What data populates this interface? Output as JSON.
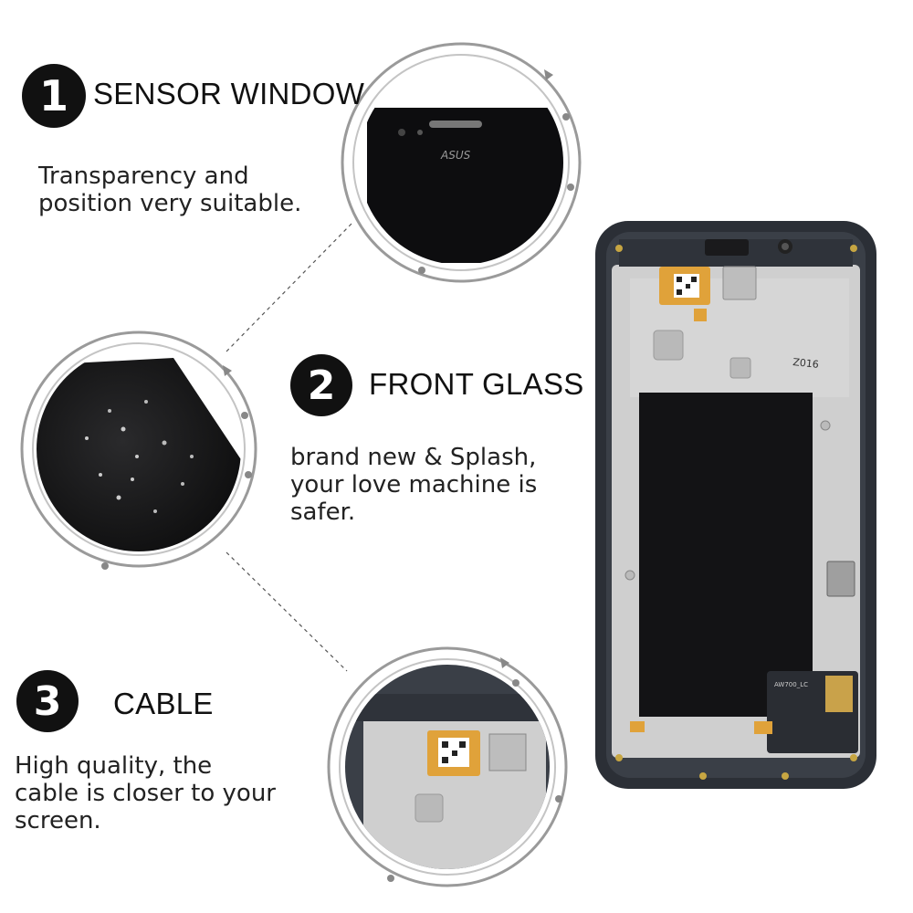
{
  "features": [
    {
      "number": "1",
      "title": "SENSOR WINDOW",
      "lines": [
        "Transparency and",
        "position very suitable."
      ]
    },
    {
      "number": "2",
      "title": "FRONT GLASS",
      "lines": [
        "brand  new & Splash,",
        "your love machine is",
        "safer."
      ]
    },
    {
      "number": "3",
      "title": "CABLE",
      "lines": [
        "High quality, the",
        "cable is closer to your",
        "screen."
      ]
    }
  ],
  "zoom_logo": "ASUS",
  "board_marking": "Z016",
  "flex_marking": "AW700_LC",
  "colors": {
    "frame": "#2b2f36",
    "board": "#cfcfcf",
    "screen": "#131315",
    "ring": "#9a9a9a",
    "flex": "#e0a23a"
  }
}
